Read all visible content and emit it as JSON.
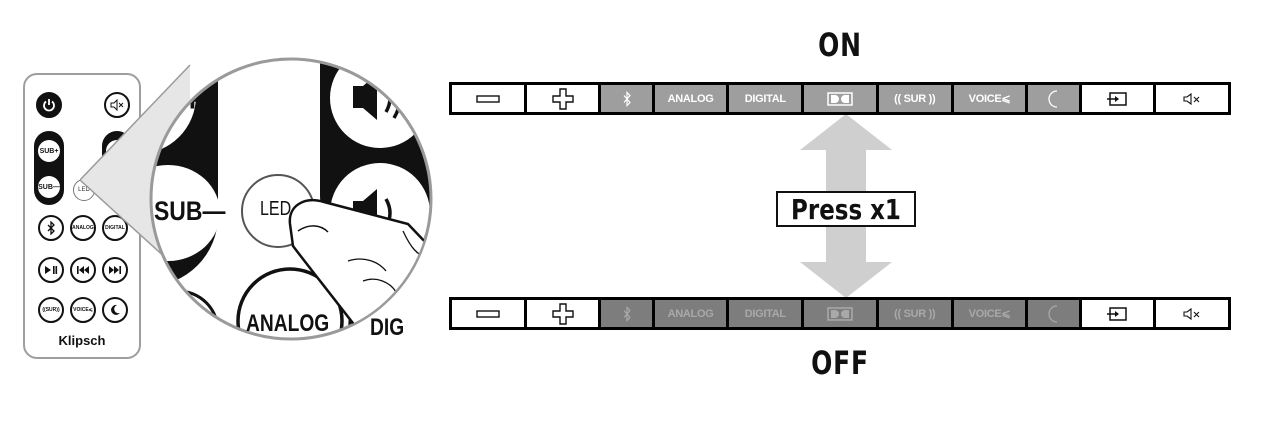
{
  "remote": {
    "brand": "Klipsch",
    "buttons": {
      "sub_plus": "SUB+",
      "sub_minus": "SUB—",
      "led": "LED",
      "analog": "ANALOG",
      "digital": "DIGITAL",
      "sur": "((SUR))",
      "voice": "VOICE⩽"
    }
  },
  "magnifier": {
    "sub_minus": "SUB—",
    "led": "LED",
    "analog": "ANALOG",
    "digital_partial": "DIG"
  },
  "state_on": {
    "label": "ON"
  },
  "state_off": {
    "label": "OFF"
  },
  "action": {
    "label": "Press x1"
  },
  "strip_segments": {
    "minus": "minus-icon",
    "plus": "plus-icon",
    "bluetooth": "bluetooth-icon",
    "analog": "ANALOG",
    "digital": "DIGITAL",
    "dolby": "dolby-icon",
    "surround": "(( SUR ))",
    "voice": "VOICE⩽",
    "night": "moon-icon",
    "input": "input-icon",
    "mute": "mute-icon"
  },
  "colors": {
    "ink": "#111111",
    "lit_segment": "#9e9e9e",
    "unlit_segment": "#7d7d7d",
    "arrow": "#cfcfcf"
  }
}
